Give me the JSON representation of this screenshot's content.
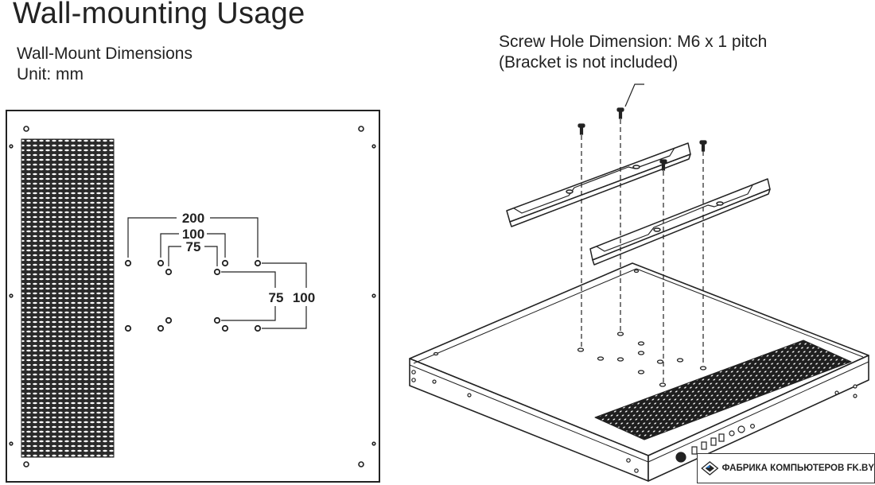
{
  "title": "Wall-mounting Usage",
  "left_panel": {
    "heading": "Wall-Mount Dimensions",
    "unit": "Unit: mm"
  },
  "right_panel": {
    "screw_note": "Screw Hole Dimension: M6 x 1 pitch",
    "bracket_note": "(Bracket is not included)"
  },
  "dimensions": {
    "d200": "200",
    "d100_top": "100",
    "d75_top": "75",
    "d75_side": "75",
    "d100_side": "100"
  },
  "watermark": {
    "text": "ФАБРИКА КОМПЬЮТЕРОВ FK.BY"
  },
  "colors": {
    "line": "#222222",
    "background": "#ffffff"
  }
}
